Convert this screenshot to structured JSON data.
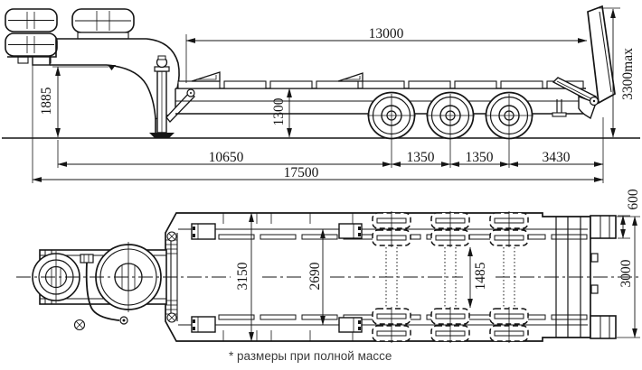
{
  "diagram": {
    "kind": "technical dimensional drawing, low-bed semitrailer, side view and plan view",
    "units": "mm",
    "line_color": "#151515",
    "background": "#ffffff"
  },
  "side_view": {
    "dims": {
      "deck_length": "13000",
      "ramp_height_max": "3300max",
      "gooseneck_height": "1885",
      "loading_height": "1300",
      "front_to_first_axle": "10650",
      "axle_spacing_1": "1350",
      "axle_spacing_2": "1350",
      "rear_section": "3430",
      "overall_length": "17500"
    }
  },
  "plan_view": {
    "dims": {
      "front_width": "3150",
      "inner_width": "2690",
      "wheel_inner_gap": "1485",
      "ramp_width": "600",
      "overall_width": "3000"
    }
  },
  "footnote": "* размеры при полной массе"
}
